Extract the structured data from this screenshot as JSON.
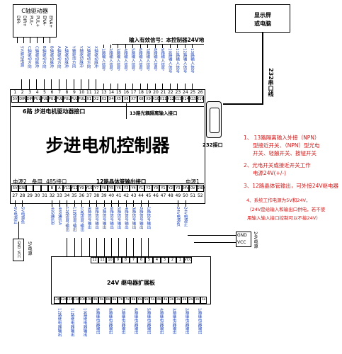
{
  "driver": {
    "title": "C轴驱动器",
    "pins": [
      "DIR-",
      "DIR+",
      "PUL-",
      "PUL+",
      "ENA-",
      "ENA+"
    ]
  },
  "display": {
    "line1": "显示屏",
    "line2": "或电脑"
  },
  "serial_label": "232串口线",
  "input_header": "输入有效信号：本控制器24V地",
  "board": {
    "title": "步进电机控制器",
    "section_left": "6路 步进电机驱动器接口",
    "section_right": "13路光耦隔离输入接口",
    "port232": "232接口",
    "bottom_left_power": "电源2",
    "bottom_spare": "备用",
    "bottom_485": "485接口",
    "bottom_output": "12路晶体管输出接口",
    "bottom_power1": "电源1"
  },
  "top_nums": [
    "1",
    "2",
    "3",
    "4",
    "5",
    "6",
    "7",
    "8",
    "9",
    "10",
    "11",
    "12",
    "13",
    "14",
    "15",
    "16",
    "17",
    "18",
    "19",
    "20",
    "21",
    "22",
    "23",
    "24",
    "25",
    "26"
  ],
  "top_pins": [
    "5V",
    "DIR",
    "DIR",
    "PUL",
    "PUL",
    "PUL",
    "PUL",
    "PUL",
    "PUL",
    "PUL",
    "X1",
    "X2",
    "X3",
    "X4",
    "X5",
    "X6",
    "X7",
    "X8",
    "X9",
    "X10",
    "X11",
    "X12",
    "X13",
    "X14",
    "X15",
    "X16"
  ],
  "top_wire_labels": [
    "5V驱动电源",
    "C轴驱动方向",
    "C轴驱动脉冲",
    "B轴驱动方向",
    "B轴驱动脉冲",
    "A轴驱动方向",
    "A轴驱动脉冲",
    "Y轴驱动方向",
    "Y轴驱动脉冲",
    "X轴驱动方向",
    "X轴驱动脉冲",
    "1路输入信号",
    "2路输入信号",
    "3路输入信号",
    "4路输入信号",
    "5路输入信号",
    "6路输入信号",
    "7路输入信号",
    "8路输入信号",
    "9路输入信号",
    "10路输入信号",
    "11路输入信号",
    "12路输入信号",
    "13路输入信号"
  ],
  "bottom_nums": [
    "27",
    "28",
    "29",
    "30",
    "31",
    "32",
    "33",
    "34",
    "35",
    "36",
    "37",
    "38",
    "39",
    "40",
    "41",
    "42",
    "43",
    "44",
    "45",
    "46",
    "47",
    "48",
    "49",
    "50",
    "51",
    "52"
  ],
  "bottom_pins": [
    "5V",
    "GND",
    "",
    "",
    "",
    "B",
    "A",
    "Y11",
    "Y12",
    "Y9",
    "Y10",
    "Y7",
    "Y8",
    "Y5",
    "Y6",
    "Y3",
    "Y4",
    "Y1",
    "Y2",
    "Y0",
    "Y1",
    "Y2",
    "Y3",
    "24V",
    "0V",
    "GND"
  ],
  "bottom_wire_labels": [
    "5V电源正",
    "5V电源负",
    "",
    "485通讯B",
    "485通讯A",
    "12路信号输出",
    "11路信号输出",
    "10路信号输出",
    "9路信号输出",
    "8路信号输出",
    "7路信号输出",
    "6路信号输出",
    "5路信号输出",
    "4路信号输出",
    "3路信号输出",
    "2路信号输出",
    "1路信号输出",
    "24V电源负",
    "24V电源正"
  ],
  "left_supply": {
    "gnd": "GND",
    "vcc": "VCC",
    "label": "5V电源"
  },
  "right_supply": {
    "gnd": "GND",
    "vcc": "VCC",
    "label": "24V电源"
  },
  "relay": {
    "title": "24V 继电器扩展板",
    "top_pins": [
      "12",
      "11",
      "10",
      "9",
      "8",
      "7",
      "6",
      "5",
      "4",
      "3",
      "2",
      "1",
      "VCC"
    ],
    "bottom_pins": [
      "12b",
      "12a",
      "11b",
      "11a",
      "10b",
      "10a",
      "9b",
      "9a",
      "8b",
      "8a",
      "7b",
      "7a",
      "6b",
      "6a",
      "5b",
      "5a",
      "4b",
      "4a",
      "3b",
      "3a",
      "2b",
      "2a",
      "1b",
      "1a"
    ],
    "outputs": [
      "12路继电器输出",
      "11路继电器输出",
      "10路继电器输出",
      "9路继电器输出",
      "8路继电器输出",
      "7路继电器输出",
      "6路继电器输出",
      "5路继电器输出",
      "4路继电器输出",
      "3路继电器输出",
      "2路继电器输出",
      "1路继电器输出"
    ]
  },
  "notes": [
    "1、 13路隔离输入外接（NPN）",
    "型接近开关、（NPN）型光电",
    "开关、轻触开关、按钮开关",
    "2、光电开关或接近开关工作",
    "电源24V(+/-)",
    "3、12路晶体管输出，可外接24V继电器",
    "4、系统工作电源为5V和24V，",
    "（24V是给输入和输出口供电，若不使",
    "用输入输入接口控制可以不接24V）"
  ]
}
